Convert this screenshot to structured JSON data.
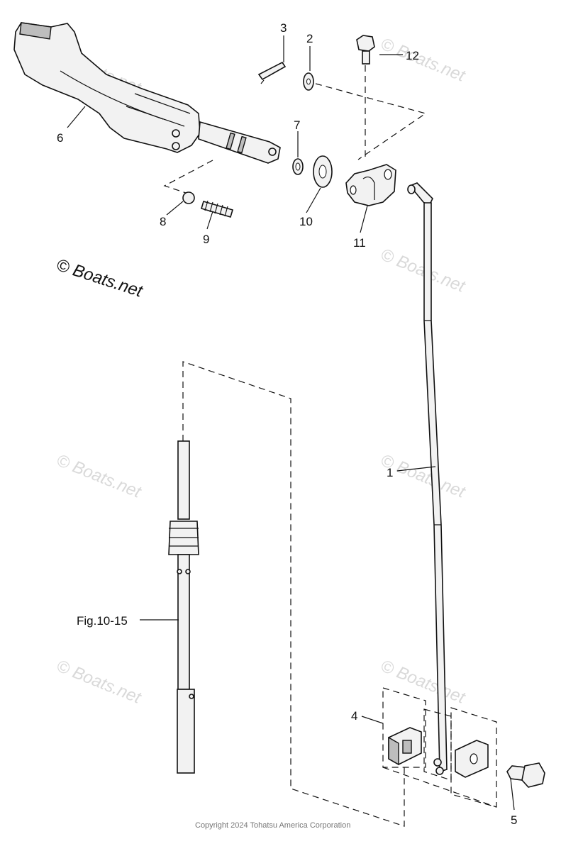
{
  "diagram": {
    "callouts": {
      "c1": "1",
      "c2": "2",
      "c3": "3",
      "c4": "4",
      "c5": "5",
      "c6": "6",
      "c7": "7",
      "c8": "8",
      "c9": "9",
      "c10": "10",
      "c11": "11",
      "c12": "12"
    },
    "figure_reference": "Fig.10-15",
    "brand_mark": "© Boats.net",
    "watermark": "© Boats.net",
    "copyright": "Copyright 2024 Tohatsu America Corporation"
  }
}
